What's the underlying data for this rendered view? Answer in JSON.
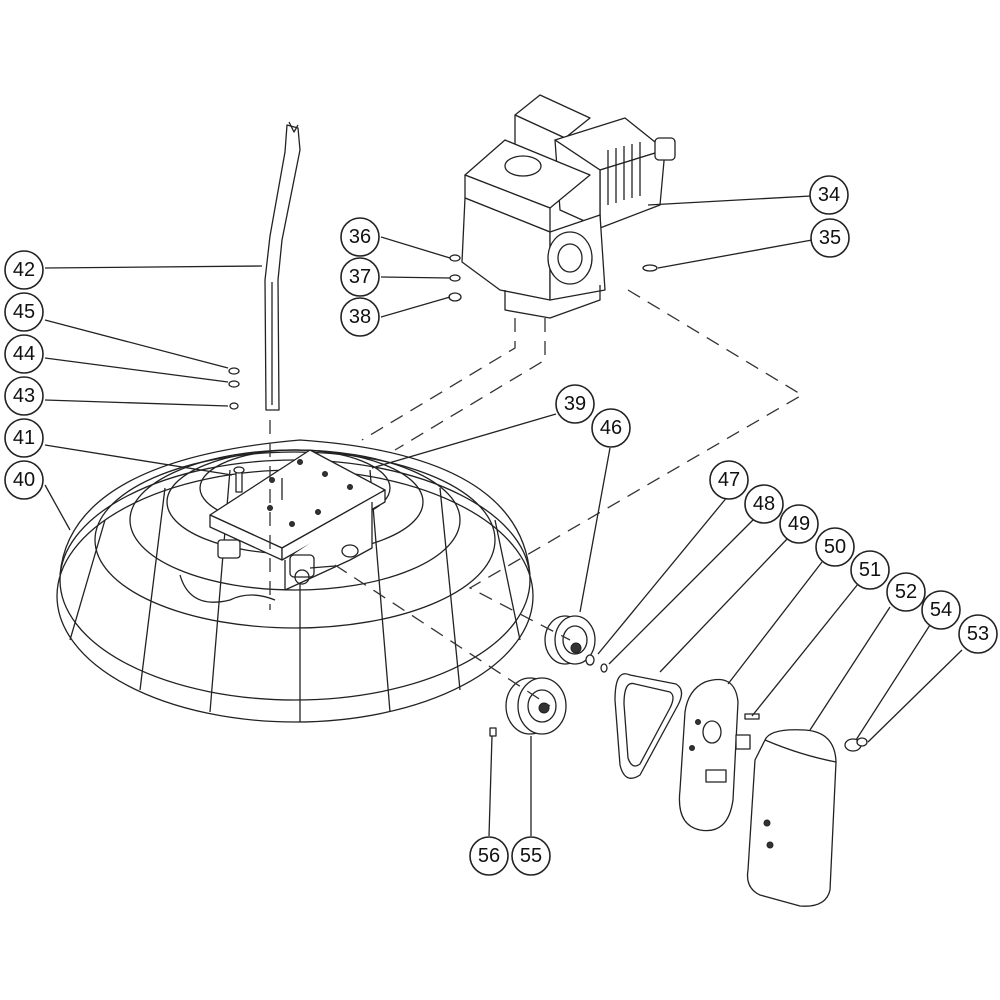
{
  "callouts": [
    {
      "label": "34"
    },
    {
      "label": "35"
    },
    {
      "label": "36"
    },
    {
      "label": "37"
    },
    {
      "label": "38"
    },
    {
      "label": "39"
    },
    {
      "label": "40"
    },
    {
      "label": "41"
    },
    {
      "label": "42"
    },
    {
      "label": "43"
    },
    {
      "label": "44"
    },
    {
      "label": "45"
    },
    {
      "label": "46"
    },
    {
      "label": "47"
    },
    {
      "label": "48"
    },
    {
      "label": "49"
    },
    {
      "label": "50"
    },
    {
      "label": "51"
    },
    {
      "label": "52"
    },
    {
      "label": "53"
    },
    {
      "label": "54"
    },
    {
      "label": "55"
    },
    {
      "label": "56"
    }
  ]
}
